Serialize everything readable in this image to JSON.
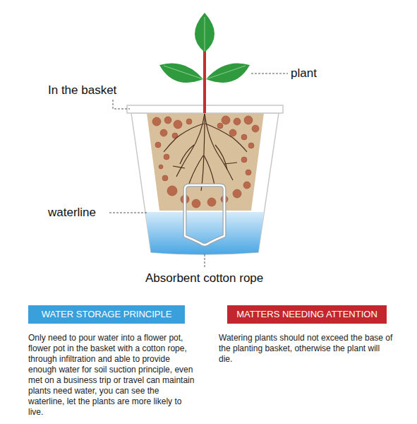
{
  "diagram": {
    "nodes": [
      {
        "text": [
          "WATER STORAGE PRINCIPLE",
          "Only need to pour water into a flower pot, flower pot in the basket with a cotton rope, through infiltration and able to provide enough water for soil suction principle, even met on a business trip or travel can maintain plants need water, you can see the waterline, let the plants are more likely to live."
        ]
      },
      {
        "text": [
          "MATTERS NEEDING ATTENTION",
          "Watering plants should not exceed the base of the planting basket, otherwise the plant will die."
        ]
      }
    ],
    "labels": [
      "plant",
      "In the basket",
      "waterline",
      "Absorbent cotton rope"
    ]
  }
}
